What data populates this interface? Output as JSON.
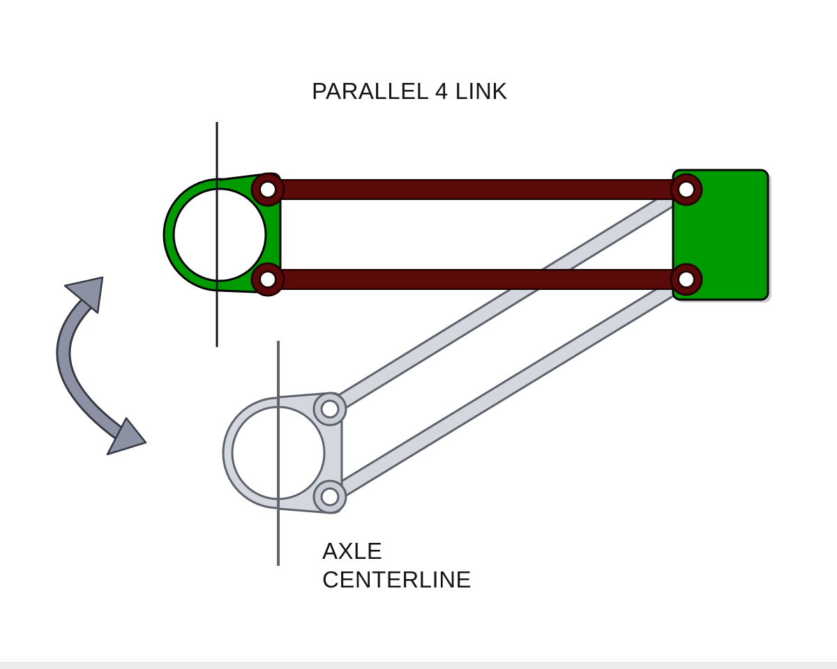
{
  "title": "PARALLEL 4 LINK",
  "labels": {
    "axle_line1": "AXLE",
    "axle_line2": "CENTERLINE"
  },
  "icons": {
    "rotation_arrow": "curved-double-headed-arrow"
  },
  "colors": {
    "background": "#ffffff",
    "green": "#009b00",
    "maroon": "#5c0909",
    "maroon_outline": "#200303",
    "gray_fill": "#d4d7de",
    "gray_eyelet_fill": "#c9ccd5",
    "gray_outline": "#5e626c",
    "arrow_fill": "#8c92a4",
    "arrow_outline": "#363943",
    "centerline_upper": "#15151d",
    "centerline_lower": "#636569",
    "shadow": "#cccccc",
    "text": "#141414",
    "footer_strip": "#ececec",
    "white": "#ffffff"
  }
}
